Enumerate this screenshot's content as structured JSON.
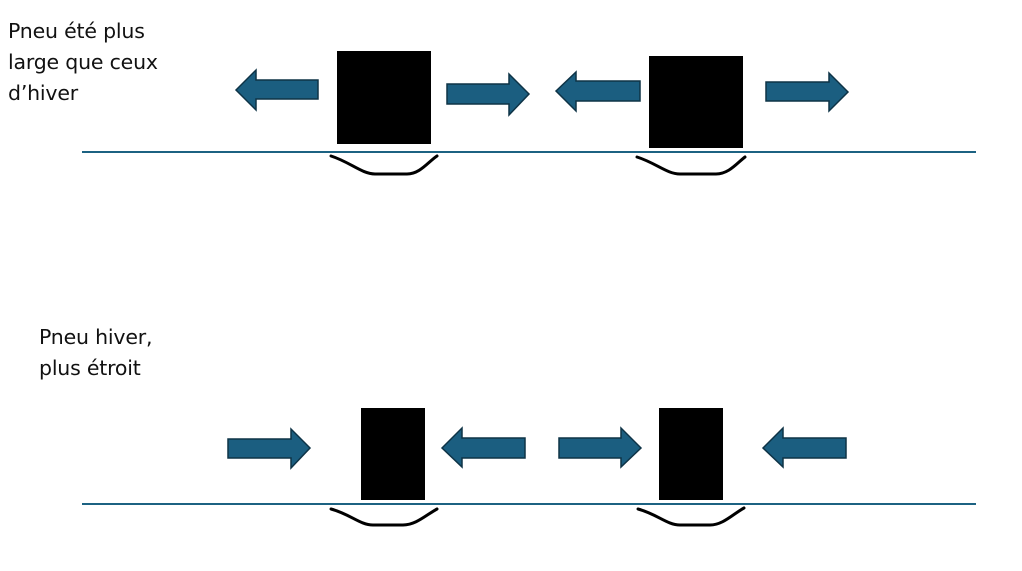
{
  "labels": {
    "summer": "Pneu été plus\nlarge que ceux\nd’hiver",
    "winter": "Pneu hiver,\nplus étroit"
  },
  "colors": {
    "arrow_fill": "#1b5e80",
    "arrow_stroke": "#0e3346",
    "ground_line": "#1c6282",
    "tire": "#000000",
    "contact_patch": "#000000"
  },
  "rows": [
    {
      "name": "summer-tires",
      "tire_shape": "wide",
      "force_direction": "outward",
      "tires": [
        {
          "name": "summer-tire-left",
          "arrows": [
            "left",
            "right"
          ]
        },
        {
          "name": "summer-tire-right",
          "arrows": [
            "left",
            "right"
          ]
        }
      ]
    },
    {
      "name": "winter-tires",
      "tire_shape": "narrow",
      "force_direction": "inward",
      "tires": [
        {
          "name": "winter-tire-left",
          "arrows": [
            "right",
            "left"
          ]
        },
        {
          "name": "winter-tire-right",
          "arrows": [
            "right",
            "left"
          ]
        }
      ]
    }
  ]
}
